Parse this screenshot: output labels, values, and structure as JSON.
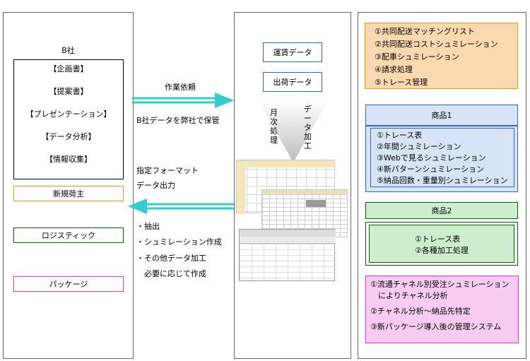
{
  "left": {
    "company": "B社",
    "items": [
      "【企画書】",
      "【提案書】",
      "【プレゼンテーション】",
      "【データ分析】",
      "【情報収集】"
    ],
    "tag_new": "新規荷主",
    "tag_logistics": "ロジスティック",
    "tag_package": "パッケージ"
  },
  "middle": {
    "request": "作業依頼",
    "store": "B社データを弊社で保管",
    "format_line1": "指定フォーマット",
    "format_line2": "データ出力",
    "tasks": [
      "・抽出",
      "・シュミレーション作成",
      "・その他データ加工",
      "　必要に応じて作成"
    ]
  },
  "center": {
    "fare_data": "運賃データ",
    "shipping_data": "出荷データ",
    "monthly": "月次処理",
    "processing": "データ加工"
  },
  "right": {
    "box1": [
      "①共同配送マッチングリスト",
      "②共同配送コストシュミレーション",
      "③配車シュミレーション",
      "④請求処理",
      "⑤トレース管理"
    ],
    "product1_title": "商品1",
    "product1_items": [
      "①トレース表",
      "②年間シュミレーション",
      "③Webで見るシュミレーション",
      "④新パターンシュミレーション",
      "⑤納品回数・重量別シュミレーション"
    ],
    "product2_title": "商品2",
    "product2_items": [
      "①トレース表",
      "②各種加工処理"
    ],
    "box4": [
      "①流通チャネル別受注シュミレーション",
      "　によりチャネル分析",
      "②チャネル分析～納品先特定",
      "③新パッケージ導入後の管理システム"
    ]
  },
  "colors": {
    "arrow": "#33cccc",
    "orange": "#ff9900",
    "green": "#006600",
    "magenta": "#ff33cc",
    "blue": "#3366cc",
    "product1_fill": "#d6e4f5",
    "product2_fill": "#cceecc",
    "box1_fill": "#fbd9b0",
    "box4_fill": "#f8ccf2"
  }
}
